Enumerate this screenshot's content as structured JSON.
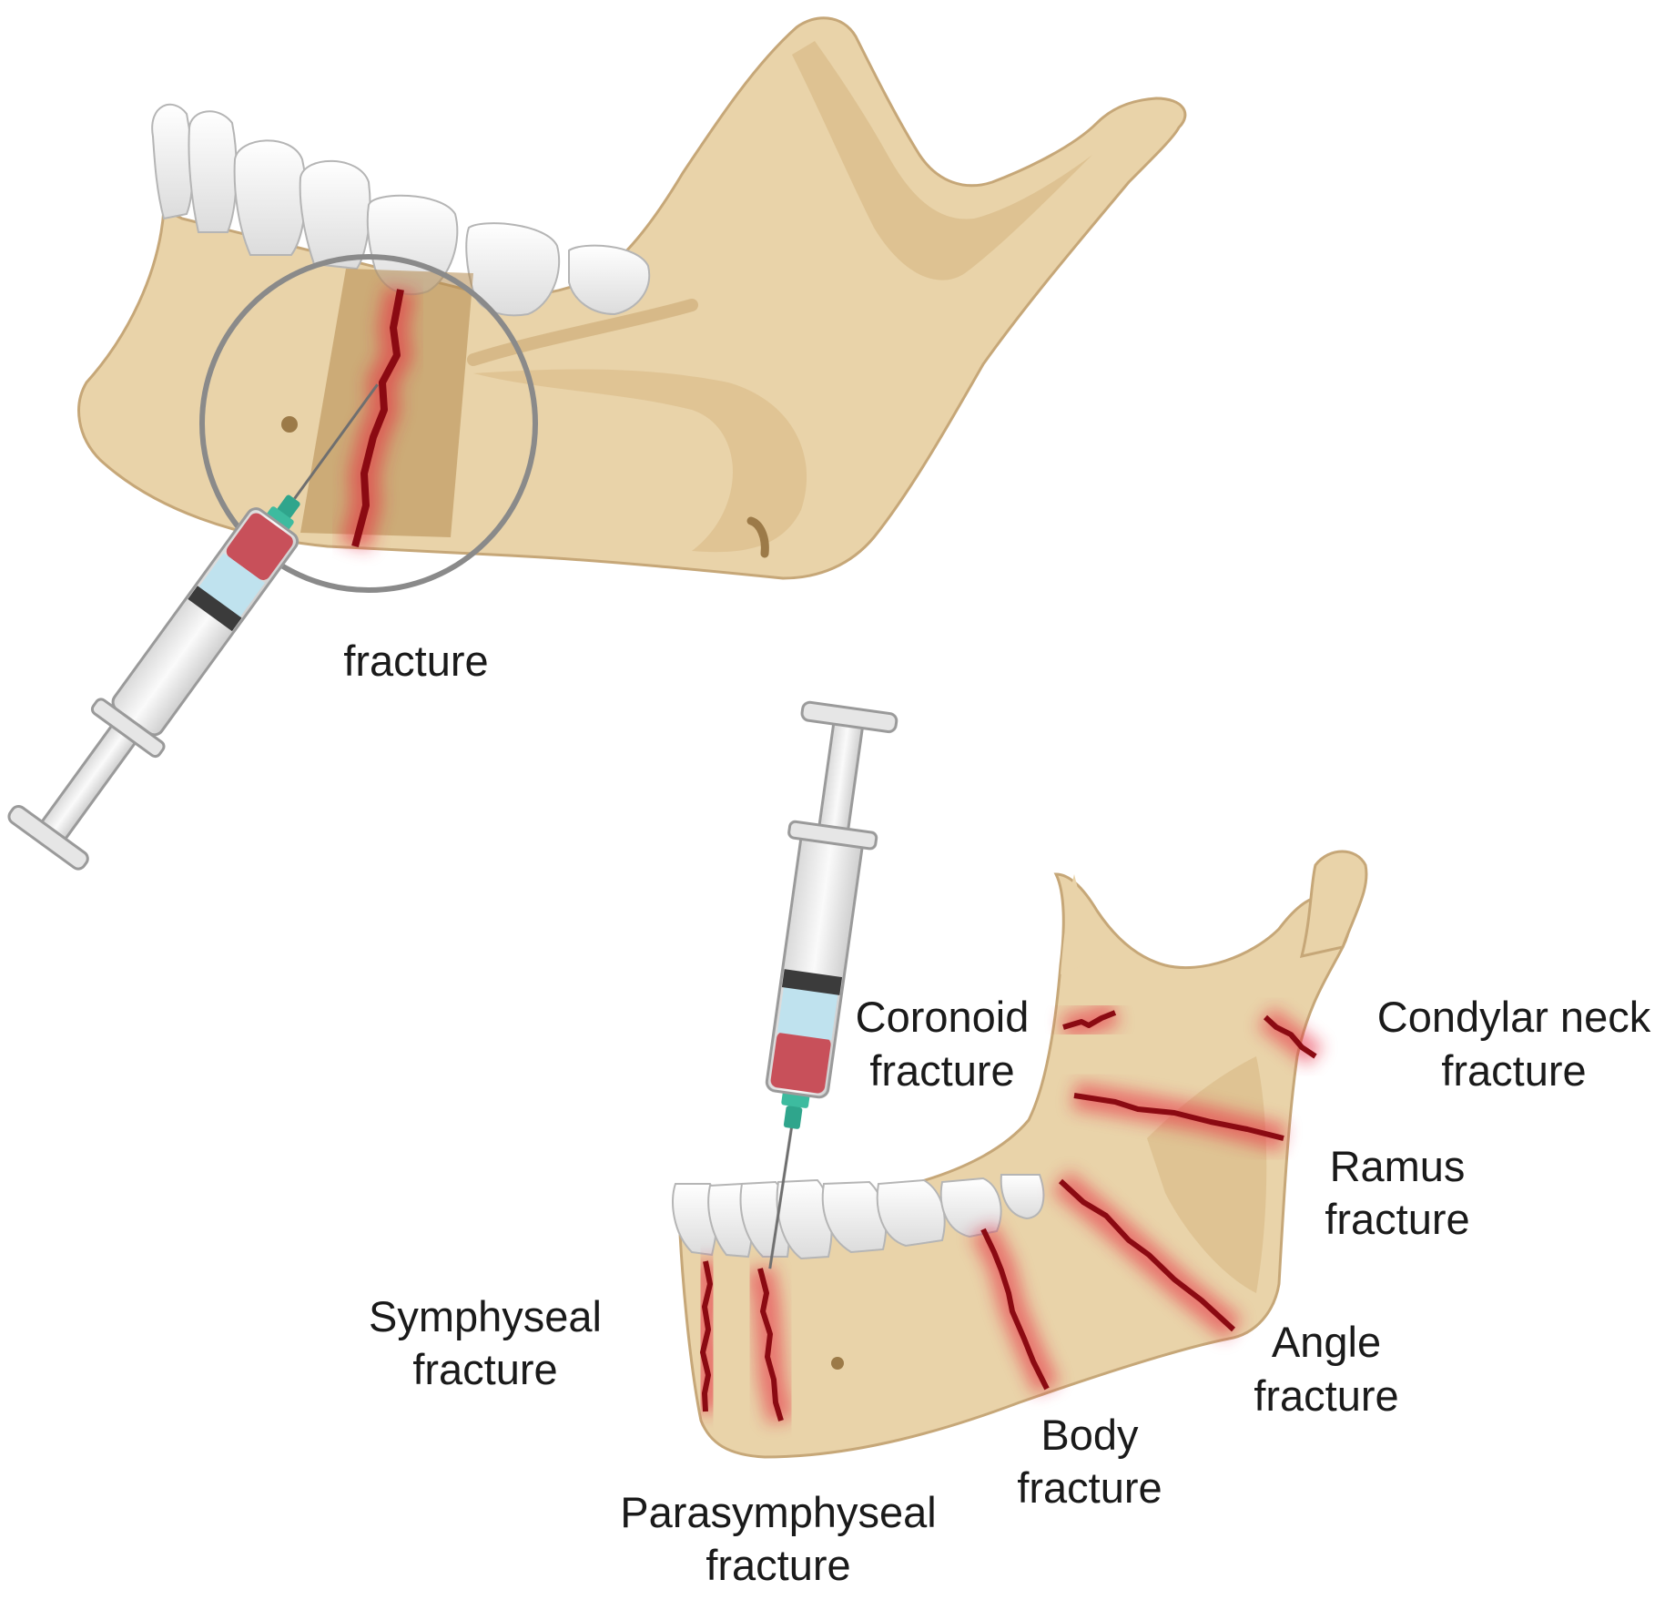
{
  "top_figure": {
    "label": "fracture"
  },
  "bottom_figure": {
    "labels": {
      "coronoid": [
        "Coronoid",
        "fracture"
      ],
      "condylar_neck": [
        "Condylar neck",
        "fracture"
      ],
      "ramus": [
        "Ramus",
        "fracture"
      ],
      "symphyseal": [
        "Symphyseal",
        "fracture"
      ],
      "angle": [
        "Angle",
        "fracture"
      ],
      "body": [
        "Body",
        "fracture"
      ],
      "parasymphyseal": [
        "Parasymphyseal",
        "fracture"
      ]
    }
  },
  "colors": {
    "bone": "#E9D3A9",
    "bone_shadow": "#D6B885",
    "bone_outline": "#B89868",
    "tooth": "#F4F4F4",
    "tooth_shadow": "#CFCFCF",
    "fracture_line": "#8B0A12",
    "fracture_glow": "#E8283C",
    "blood": "#C8505A",
    "saline": "#BFE2EE",
    "needle_hub": "#2FA58C",
    "magnifier_ring": "#8A8A8A"
  },
  "icons": {
    "syringe": "syringe-icon",
    "mandible": "mandible-icon",
    "magnifier": "magnifier-circle-icon"
  }
}
